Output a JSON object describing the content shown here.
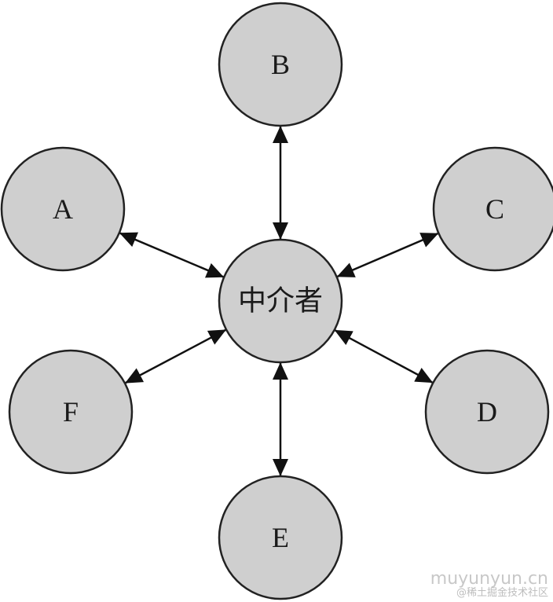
{
  "diagram": {
    "center": {
      "id": "mediator",
      "label": "中介者"
    },
    "nodes": [
      {
        "id": "a",
        "label": "A"
      },
      {
        "id": "b",
        "label": "B"
      },
      {
        "id": "c",
        "label": "C"
      },
      {
        "id": "d",
        "label": "D"
      },
      {
        "id": "e",
        "label": "E"
      },
      {
        "id": "f",
        "label": "F"
      }
    ],
    "edges": [
      {
        "from": "mediator",
        "to": "a",
        "direction": "bidirectional"
      },
      {
        "from": "mediator",
        "to": "b",
        "direction": "bidirectional"
      },
      {
        "from": "mediator",
        "to": "c",
        "direction": "bidirectional"
      },
      {
        "from": "mediator",
        "to": "d",
        "direction": "bidirectional"
      },
      {
        "from": "mediator",
        "to": "e",
        "direction": "bidirectional"
      },
      {
        "from": "mediator",
        "to": "f",
        "direction": "bidirectional"
      }
    ],
    "colors": {
      "node_fill": "#cfcfcf",
      "stroke": "#222222",
      "arrow": "#111111"
    }
  },
  "watermark": {
    "domain": "muyunyun.cn",
    "community": "@稀土掘金技术社区"
  }
}
